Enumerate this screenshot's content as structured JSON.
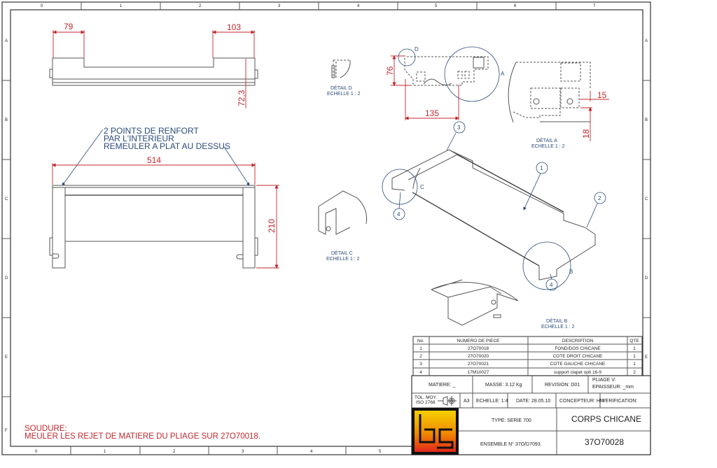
{
  "frame": {
    "columns": [
      "0",
      "1",
      "2",
      "3",
      "4",
      "5",
      "6",
      "7"
    ],
    "rows": [
      "A",
      "B",
      "C",
      "D",
      "E",
      "F"
    ]
  },
  "top_view": {
    "dims": [
      "79",
      "103",
      "72,3"
    ]
  },
  "front_view": {
    "dims": [
      "514",
      "210"
    ],
    "note": [
      "2 POINTS DE RENFORT",
      "PAR L'INTERIEUR",
      "REMEULER A PLAT AU DESSUS"
    ]
  },
  "side_view": {
    "dims": [
      "76",
      "135"
    ],
    "detail_markers": [
      "D",
      "A"
    ]
  },
  "details": {
    "d": [
      "DÉTAIL D",
      "ECHELLE 1 : 2"
    ],
    "a": [
      "DÉTAIL A",
      "ECHELLE 1 : 2"
    ],
    "a_dims": [
      "15",
      "18"
    ],
    "c": [
      "DÉTAIL C",
      "ECHELLE 1 : 2"
    ],
    "b": [
      "DÉTAIL B",
      "ECHELLE 1 : 2"
    ]
  },
  "iso_view": {
    "balloons": [
      "1",
      "2",
      "3",
      "4",
      "4"
    ],
    "detail_markers": [
      "C",
      "B"
    ]
  },
  "welding_note": [
    "SOUDURE:",
    "MEULER LES REJET DE MATIERE DU PLIAGE SUR 27O70018."
  ],
  "bom": {
    "headers": [
      "No.",
      "NUMERO DE PIECE",
      "DESCRIPTION",
      "QTE"
    ],
    "rows": [
      [
        "1",
        "27O70018",
        "FOND/DOS CHICANE",
        "1"
      ],
      [
        "2",
        "27O70020",
        "COTE DROIT CHICANE",
        "1"
      ],
      [
        "3",
        "27O70021",
        "COTE GAUCHE CHICANE",
        "1"
      ],
      [
        "4",
        "17M10027",
        "support clapet opti 16-9",
        "2"
      ]
    ]
  },
  "title_block": {
    "matiere": "MATIERE: _",
    "masse": "MASSE: 3.12 Kg",
    "revision": "REVISION: D01",
    "pliage": "PLIAGE V:",
    "epaisseur": "EPAISSEUR: _mm",
    "tol_1": "TOL. MOY.",
    "tol_2": "ISO 2768",
    "format": "A3",
    "echelle": "ECHELLE: 1:4",
    "date": "DATE: 28.05.10",
    "concepteur": "CONCEPTEUR: HM",
    "verification": "VERIFICATION:",
    "type": "TYPE: SERIE 700",
    "ensemble": "ENSEMBLE N° 37O/D7093.",
    "title": "CORPS CHICANE",
    "drawing_number": "37O70028",
    "logo_text": "bg"
  },
  "colors": {
    "dimension": "#c0282d",
    "annotation": "#2a4a78",
    "logo_top": "#f6d000",
    "logo_bottom": "#e2261b"
  }
}
